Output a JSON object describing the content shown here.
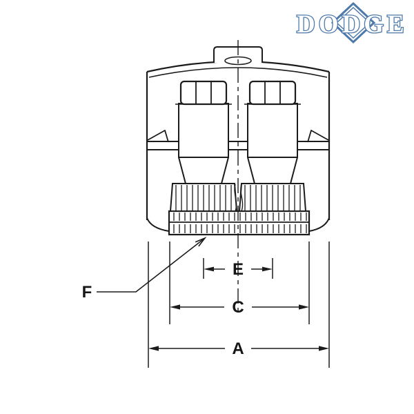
{
  "logo": {
    "text": "DODGE",
    "color": "#4e79ab"
  },
  "colors": {
    "line": "#1b1b1b",
    "background": "#ffffff"
  },
  "labels": {
    "e": "E",
    "c": "C",
    "a": "A",
    "f": "F"
  }
}
